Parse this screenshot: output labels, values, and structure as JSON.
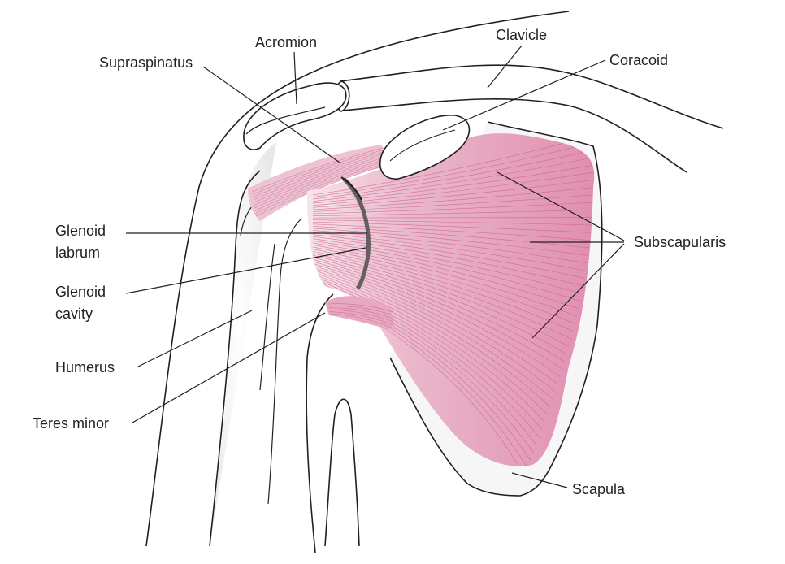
{
  "diagram": {
    "colors": {
      "outline": "#231f20",
      "muscle_fill": "#e8aac1",
      "muscle_fiber": "#c75a86",
      "bone_shadow": "#ececec",
      "labrum": "#4d4d4d"
    },
    "labels": {
      "acromion": "Acromion",
      "clavicle": "Clavicle",
      "supraspinatus": "Supraspinatus",
      "coracoid": "Coracoid",
      "glenoid_labrum": [
        "Glenoid",
        "labrum"
      ],
      "glenoid_cavity": [
        "Glenoid",
        "cavity"
      ],
      "subscapularis": "Subscapularis",
      "humerus": "Humerus",
      "teres_minor": "Teres minor",
      "scapula": "Scapula"
    }
  }
}
